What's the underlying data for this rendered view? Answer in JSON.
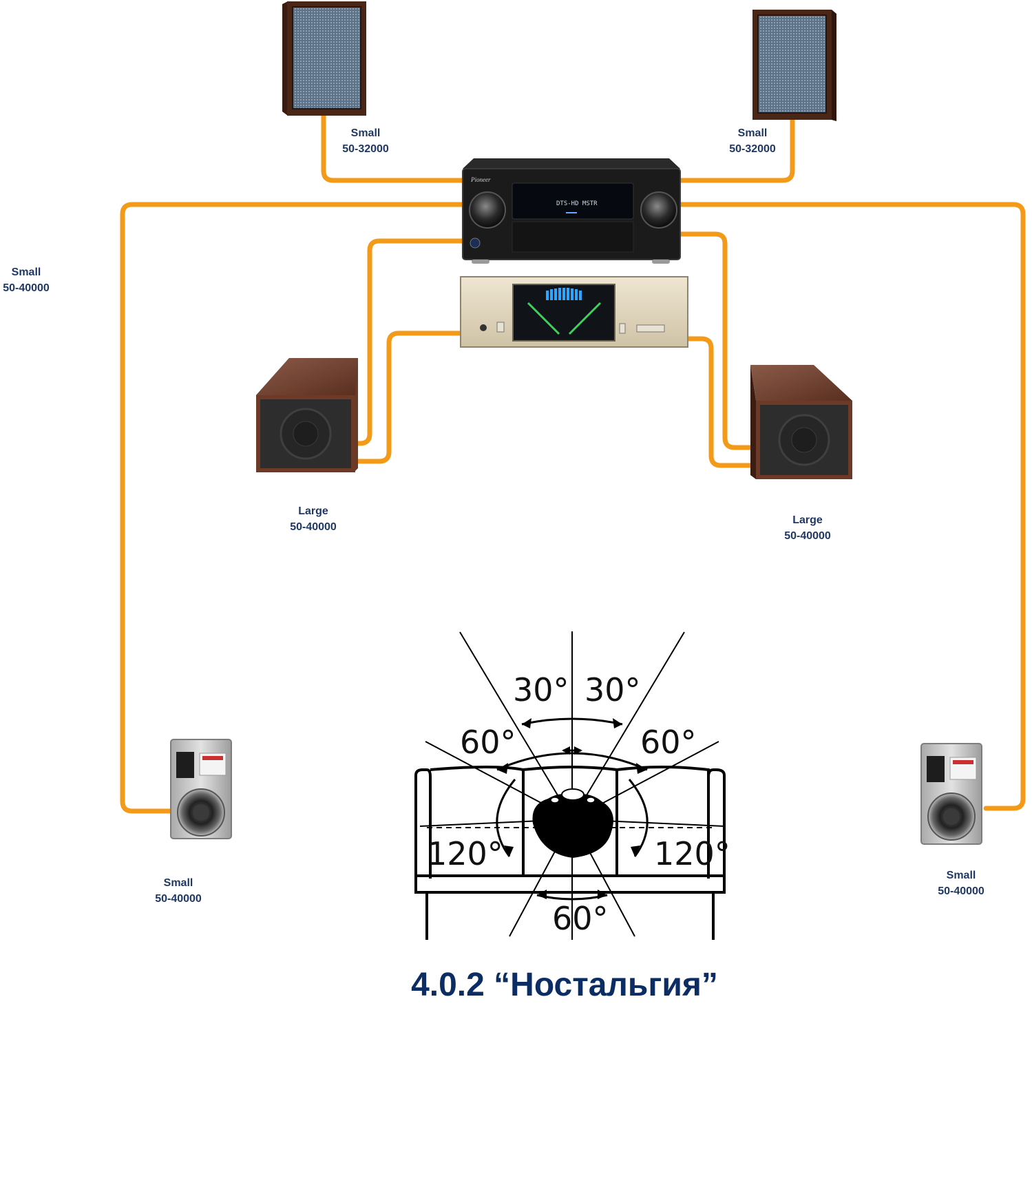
{
  "diagram": {
    "title": "4.0.2 “Ностальгия”",
    "speakers": {
      "front_left": {
        "size": "Small",
        "range": "50-32000"
      },
      "front_right": {
        "size": "Small",
        "range": "50-32000"
      },
      "wire_note": {
        "size": "Small",
        "range": "50-40000"
      },
      "mid_left": {
        "size": "Large",
        "range": "50-40000"
      },
      "mid_right": {
        "size": "Large",
        "range": "50-40000"
      },
      "rear_left": {
        "size": "Small",
        "range": "50-40000"
      },
      "rear_right": {
        "size": "Small",
        "range": "50-40000"
      }
    },
    "receiver": {
      "brand": "Pioneer",
      "display": "DTS-HD MSTR"
    },
    "listening_angles": {
      "top_left": "30°",
      "top_right": "30°",
      "mid_left": "60°",
      "mid_right": "60°",
      "side_left": "120°",
      "side_right": "120°",
      "rear": "60°"
    }
  },
  "colors": {
    "wire": "#f39a19",
    "label_text": "#1f3864",
    "title_text": "#0b2d63"
  }
}
